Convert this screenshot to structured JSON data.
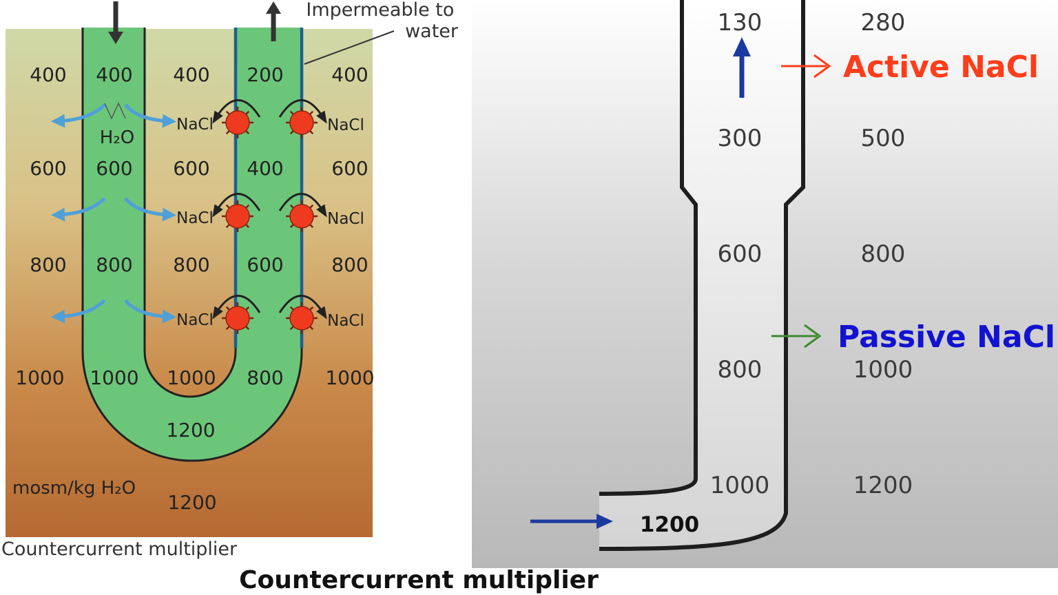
{
  "left_panel": {
    "annotation": "Impermeable to\nwater",
    "levels": [
      {
        "outer_left": "400",
        "descending": "400",
        "middle": "400",
        "ascending": "200",
        "outer_right": "400"
      },
      {
        "outer_left": "600",
        "descending": "600",
        "middle": "600",
        "ascending": "400",
        "outer_right": "600"
      },
      {
        "outer_left": "800",
        "descending": "800",
        "middle": "800",
        "ascending": "600",
        "outer_right": "800"
      },
      {
        "outer_left": "1000",
        "descending": "1000",
        "middle": "1000",
        "ascending": "800",
        "outer_right": "1000"
      }
    ],
    "water_label": "H₂O",
    "nacl_label": "NaCl",
    "loop_tip": "1200",
    "interstitial_bottom": "1200",
    "unit": "mosm/kg H₂O",
    "caption": "Countercurrent multiplier",
    "colors": {
      "tubule": "#6cc67a",
      "pump": "#ee3a1f",
      "arrow": "#4fa0d8"
    }
  },
  "right_panel": {
    "rows": [
      {
        "lumen": "130",
        "interstitium": "280"
      },
      {
        "lumen": "300",
        "interstitium": "500"
      },
      {
        "lumen": "600",
        "interstitium": "800"
      },
      {
        "lumen": "800",
        "interstitium": "1000"
      },
      {
        "lumen": "1000",
        "interstitium": "1200"
      }
    ],
    "inflow": "1200",
    "active_label": "Active NaCl",
    "passive_label": "Passive NaCl",
    "colors": {
      "active": "#ff3d1a",
      "passive": "#1212d0",
      "passive_arrow": "#3d8a2e",
      "flow_arrow": "#1b3aa0"
    }
  },
  "caption": "Countercurrent multiplier"
}
